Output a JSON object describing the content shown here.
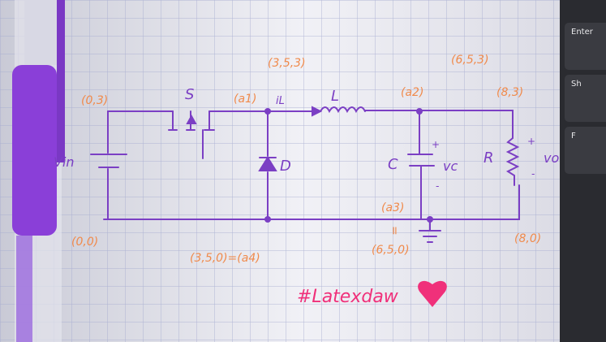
{
  "hashtag": "#Latexdaw",
  "components": {
    "source": "Vin",
    "switch": "S",
    "current": "iL",
    "inductor": "L",
    "diode": "D",
    "capacitor": "C",
    "cap_voltage": "vc",
    "resistor": "R",
    "out_voltage": "vo",
    "plus": "+",
    "minus": "-"
  },
  "coordinates": {
    "top_left": "(0,3)",
    "bottom_left": "(0,0)",
    "a1": "(a1)",
    "a1_value": "(3,5,3)",
    "a2": "(a2)",
    "a2_value": "(6,5,3)",
    "top_right": "(8,3)",
    "a3": "(a3)",
    "a3_value": "(6,5,0)",
    "a4_eq": "(3,5,0)=(a4)",
    "bottom_right": "(8,0)",
    "equals": "="
  },
  "keyboard": [
    "Enter",
    "Sh",
    "F"
  ],
  "colors": {
    "ink": "#7b3fc4",
    "orange": "#f08a4b",
    "pink": "#f0307a",
    "grid": "#9ea6cf"
  }
}
